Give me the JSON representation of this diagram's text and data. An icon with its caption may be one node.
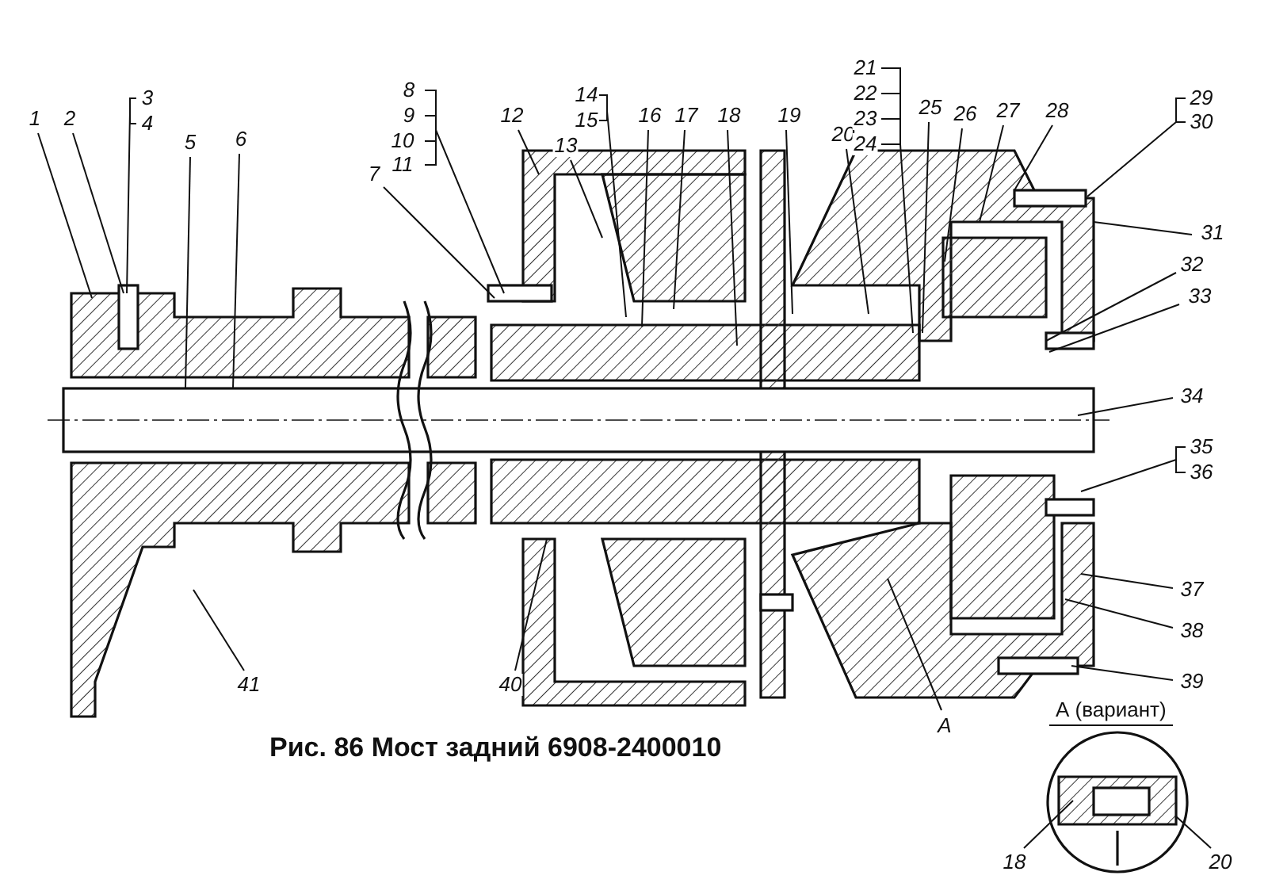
{
  "diagram": {
    "caption": "Рис. 86 Мост задний 6908-2400010",
    "nodes": [
      {
        "text": [
          "1"
        ]
      },
      {
        "text": [
          "2"
        ]
      },
      {
        "text": [
          "3"
        ]
      },
      {
        "text": [
          "4"
        ]
      },
      {
        "text": [
          "5"
        ]
      },
      {
        "text": [
          "6"
        ]
      },
      {
        "text": [
          "7"
        ]
      },
      {
        "text": [
          "8"
        ]
      },
      {
        "text": [
          "9"
        ]
      },
      {
        "text": [
          "10"
        ]
      },
      {
        "text": [
          "11"
        ]
      },
      {
        "text": [
          "12"
        ]
      },
      {
        "text": [
          "13"
        ]
      },
      {
        "text": [
          "14"
        ]
      },
      {
        "text": [
          "15"
        ]
      },
      {
        "text": [
          "16"
        ]
      },
      {
        "text": [
          "17"
        ]
      },
      {
        "text": [
          "18"
        ]
      },
      {
        "text": [
          "19"
        ]
      },
      {
        "text": [
          "20"
        ]
      },
      {
        "text": [
          "21"
        ]
      },
      {
        "text": [
          "22"
        ]
      },
      {
        "text": [
          "23"
        ]
      },
      {
        "text": [
          "24"
        ]
      },
      {
        "text": [
          "25"
        ]
      },
      {
        "text": [
          "26"
        ]
      },
      {
        "text": [
          "27"
        ]
      },
      {
        "text": [
          "28"
        ]
      },
      {
        "text": [
          "29"
        ]
      },
      {
        "text": [
          "30"
        ]
      },
      {
        "text": [
          "31"
        ]
      },
      {
        "text": [
          "32"
        ]
      },
      {
        "text": [
          "33"
        ]
      },
      {
        "text": [
          "34"
        ]
      },
      {
        "text": [
          "35"
        ]
      },
      {
        "text": [
          "36"
        ]
      },
      {
        "text": [
          "37"
        ]
      },
      {
        "text": [
          "38"
        ]
      },
      {
        "text": [
          "39"
        ]
      },
      {
        "text": [
          "40"
        ]
      },
      {
        "text": [
          "41"
        ]
      },
      {
        "text": [
          "А"
        ]
      },
      {
        "text": [
          "18"
        ]
      },
      {
        "text": [
          "20"
        ]
      }
    ],
    "edges": [
      {
        "from": 0,
        "to": null,
        "arrow": "none"
      },
      {
        "from": 1,
        "to": null,
        "arrow": "none"
      },
      {
        "from": 2,
        "to": null,
        "arrow": "none"
      },
      {
        "from": 3,
        "to": null,
        "arrow": "none"
      },
      {
        "from": 4,
        "to": null,
        "arrow": "none"
      },
      {
        "from": 5,
        "to": null,
        "arrow": "none"
      },
      {
        "from": 6,
        "to": null,
        "arrow": "none"
      },
      {
        "from": 7,
        "to": null,
        "arrow": "none"
      },
      {
        "from": 8,
        "to": null,
        "arrow": "none"
      },
      {
        "from": 9,
        "to": null,
        "arrow": "none"
      },
      {
        "from": 10,
        "to": null,
        "arrow": "none"
      },
      {
        "from": 11,
        "to": null,
        "arrow": "none"
      },
      {
        "from": 12,
        "to": null,
        "arrow": "none"
      },
      {
        "from": 13,
        "to": null,
        "arrow": "none"
      },
      {
        "from": 14,
        "to": null,
        "arrow": "none"
      },
      {
        "from": 15,
        "to": null,
        "arrow": "none"
      },
      {
        "from": 16,
        "to": null,
        "arrow": "none"
      },
      {
        "from": 17,
        "to": null,
        "arrow": "none"
      },
      {
        "from": 18,
        "to": null,
        "arrow": "none"
      },
      {
        "from": 19,
        "to": null,
        "arrow": "none"
      },
      {
        "from": 20,
        "to": null,
        "arrow": "none"
      },
      {
        "from": 21,
        "to": null,
        "arrow": "none"
      },
      {
        "from": 22,
        "to": null,
        "arrow": "none"
      },
      {
        "from": 23,
        "to": null,
        "arrow": "none"
      },
      {
        "from": 24,
        "to": null,
        "arrow": "none"
      },
      {
        "from": 25,
        "to": null,
        "arrow": "none"
      },
      {
        "from": 26,
        "to": null,
        "arrow": "none"
      },
      {
        "from": 27,
        "to": null,
        "arrow": "none"
      },
      {
        "from": 28,
        "to": null,
        "arrow": "none"
      },
      {
        "from": 29,
        "to": null,
        "arrow": "none"
      },
      {
        "from": 30,
        "to": null,
        "arrow": "none"
      },
      {
        "from": 31,
        "to": null,
        "arrow": "none"
      },
      {
        "from": 32,
        "to": null,
        "arrow": "none"
      },
      {
        "from": 33,
        "to": null,
        "arrow": "none"
      },
      {
        "from": 34,
        "to": null,
        "arrow": "none"
      },
      {
        "from": 35,
        "to": null,
        "arrow": "none"
      },
      {
        "from": 36,
        "to": null,
        "arrow": "none"
      },
      {
        "from": 37,
        "to": null,
        "arrow": "none"
      },
      {
        "from": 38,
        "to": null,
        "arrow": "none"
      },
      {
        "from": 39,
        "to": null,
        "arrow": "none"
      },
      {
        "from": 40,
        "to": null,
        "arrow": "none"
      },
      {
        "from": 41,
        "to": null,
        "arrow": "none"
      },
      {
        "from": 42,
        "to": null,
        "arrow": "none"
      },
      {
        "from": 43,
        "to": null,
        "arrow": "none"
      }
    ],
    "labels": [
      "А (вариант)"
    ]
  }
}
